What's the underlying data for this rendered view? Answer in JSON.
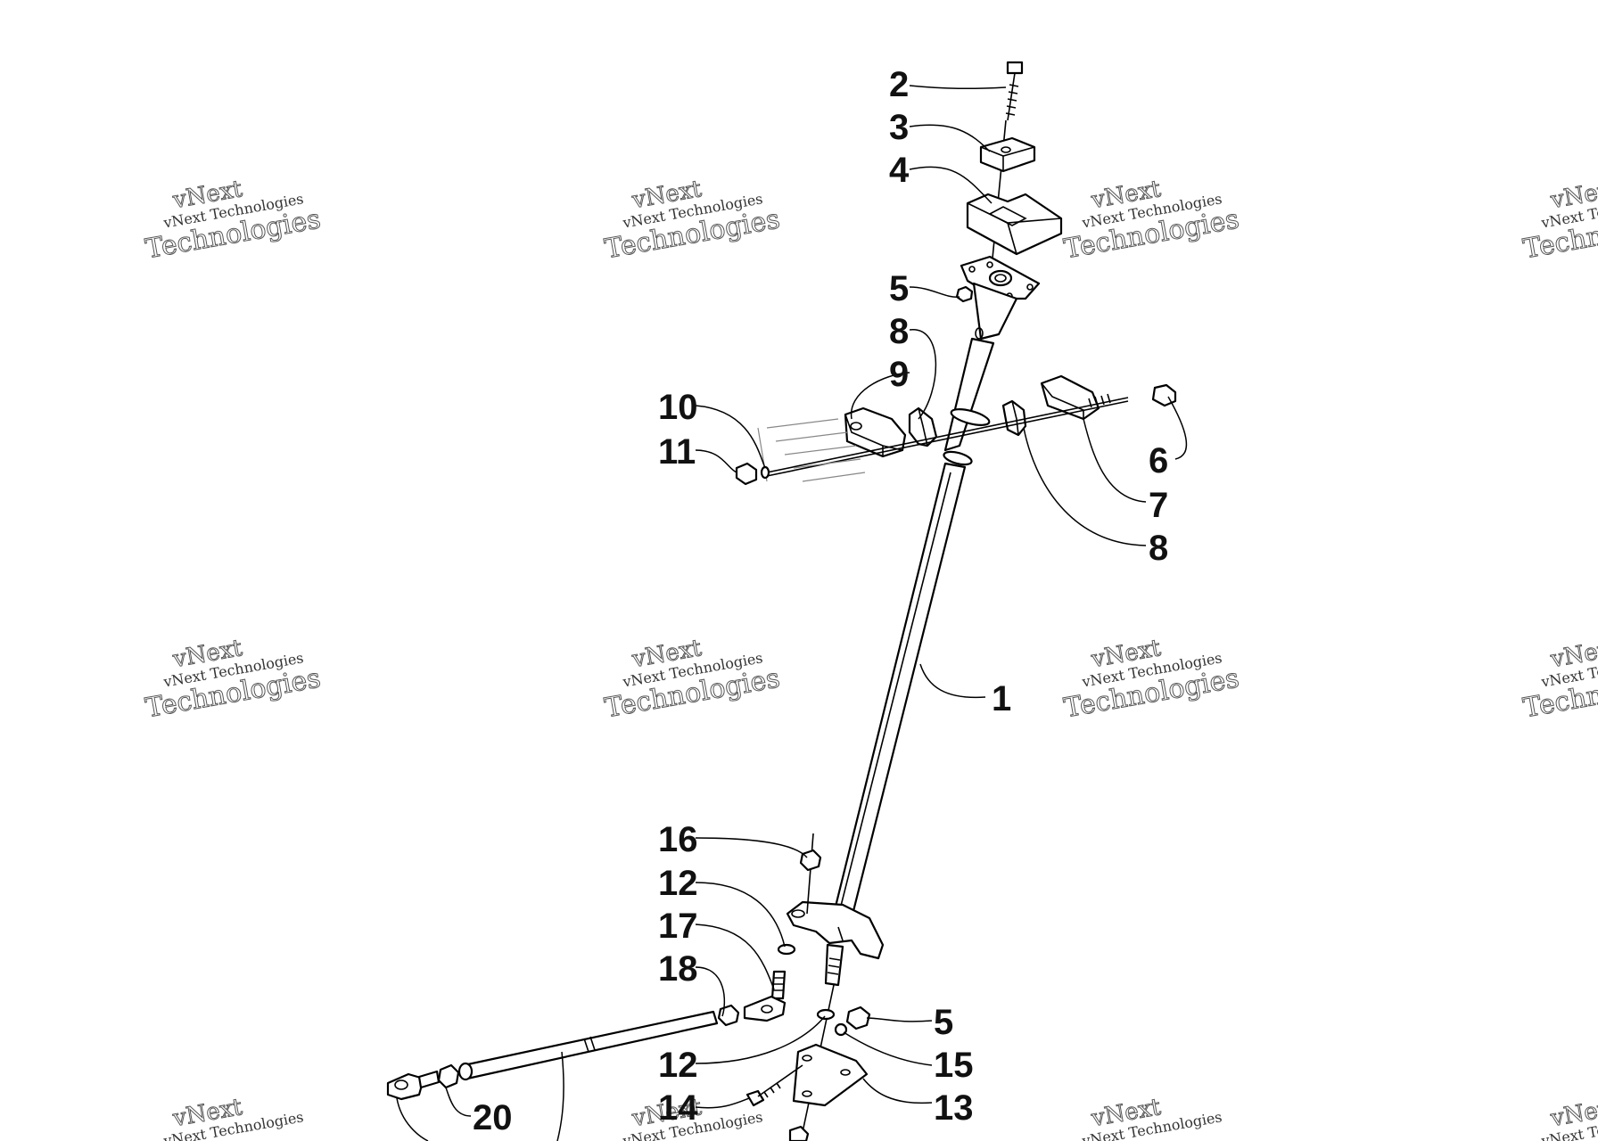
{
  "watermark": {
    "brand": "vNext",
    "line": "vNext Technologies",
    "word": "Technologies"
  },
  "callouts": [
    "2",
    "3",
    "4",
    "5",
    "8",
    "9",
    "10",
    "11",
    "6",
    "7",
    "8",
    "1",
    "16",
    "12",
    "17",
    "18",
    "5",
    "15",
    "12",
    "13",
    "14",
    "20"
  ]
}
